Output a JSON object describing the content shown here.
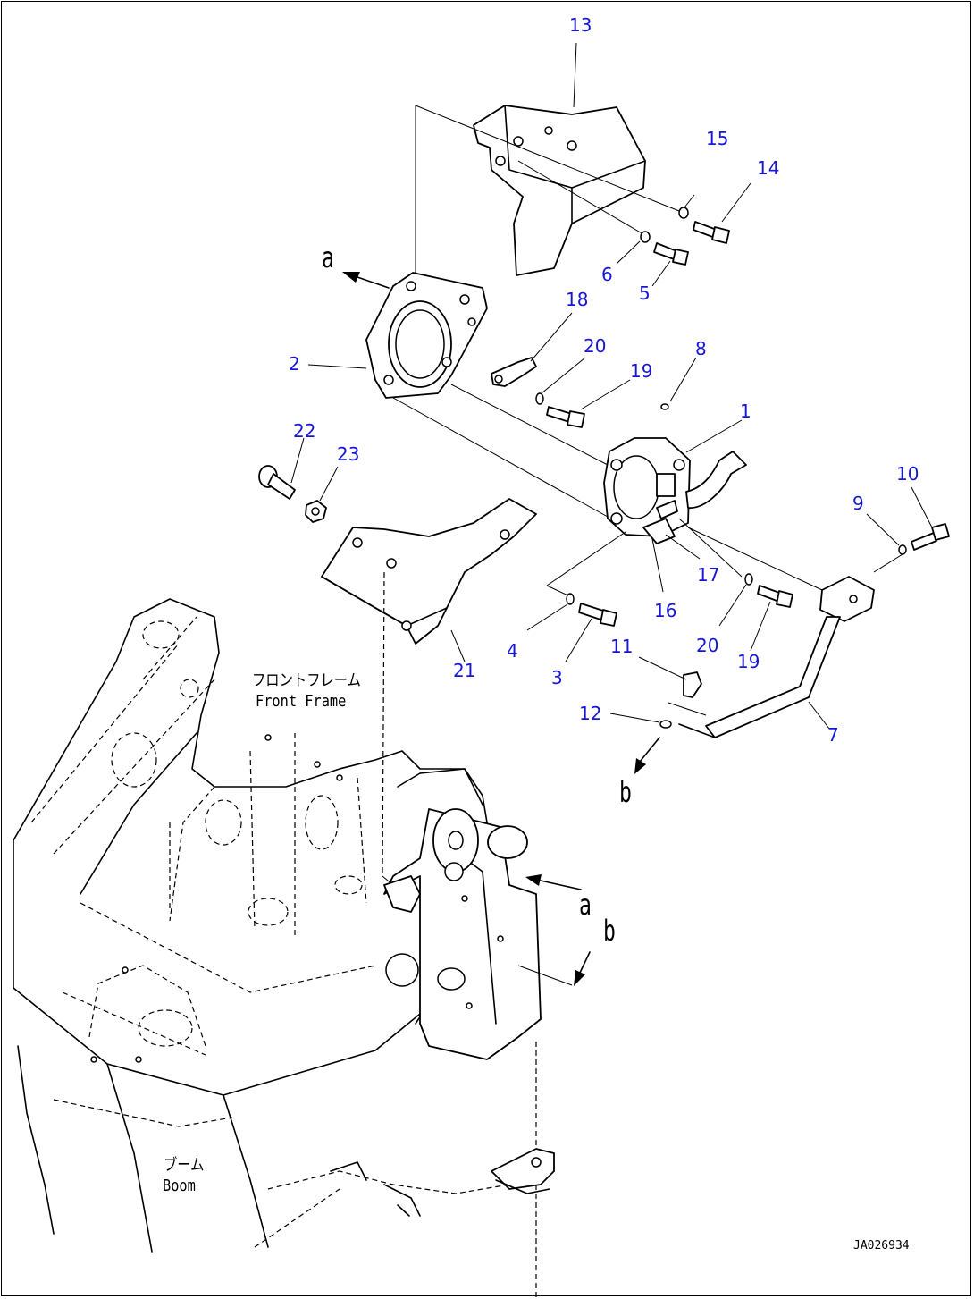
{
  "callouts": [
    "1",
    "2",
    "3",
    "4",
    "5",
    "6",
    "7",
    "8",
    "9",
    "10",
    "11",
    "12",
    "13",
    "14",
    "15",
    "16",
    "17",
    "18",
    "19",
    "20",
    "19",
    "20",
    "21",
    "22",
    "23"
  ],
  "view_arrows": [
    "a",
    "b",
    "a",
    "b"
  ],
  "labels": {
    "front_frame_jp": "フロントフレーム",
    "front_frame_en": "Front Frame",
    "boom_jp": "ブーム",
    "boom_en": "Boom"
  },
  "drawing_number": "JA026934",
  "colors": {
    "callout": "#1616d8",
    "line": "#000000"
  }
}
